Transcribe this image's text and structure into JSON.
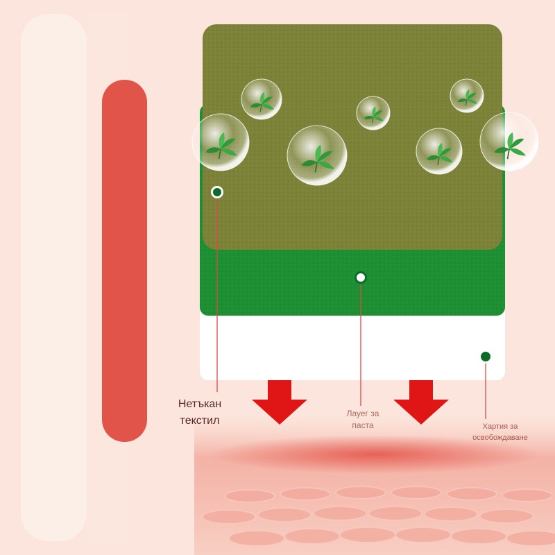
{
  "labels": {
    "nonwoven_line1": "Нетъкан",
    "nonwoven_line2": "текстил",
    "paste_line1": "Лауег за",
    "paste_line2": "паста",
    "release_line1": "Хартия за",
    "release_line2": "освобождаване"
  },
  "colors": {
    "background": "#fbe5dc",
    "red_bar": "#e0544a",
    "felt_top": "#7c8238",
    "felt_green": "#1f8f33",
    "release_paper": "#ffffff",
    "marker": "#0d6b2a",
    "leader_line": "#d94a45",
    "arrow": "#e01616",
    "skin": "#f4b4a8"
  },
  "icons": {
    "bubble": "herb-bubble-icon",
    "arrow": "down-arrow-icon",
    "marker": "layer-marker-icon"
  }
}
